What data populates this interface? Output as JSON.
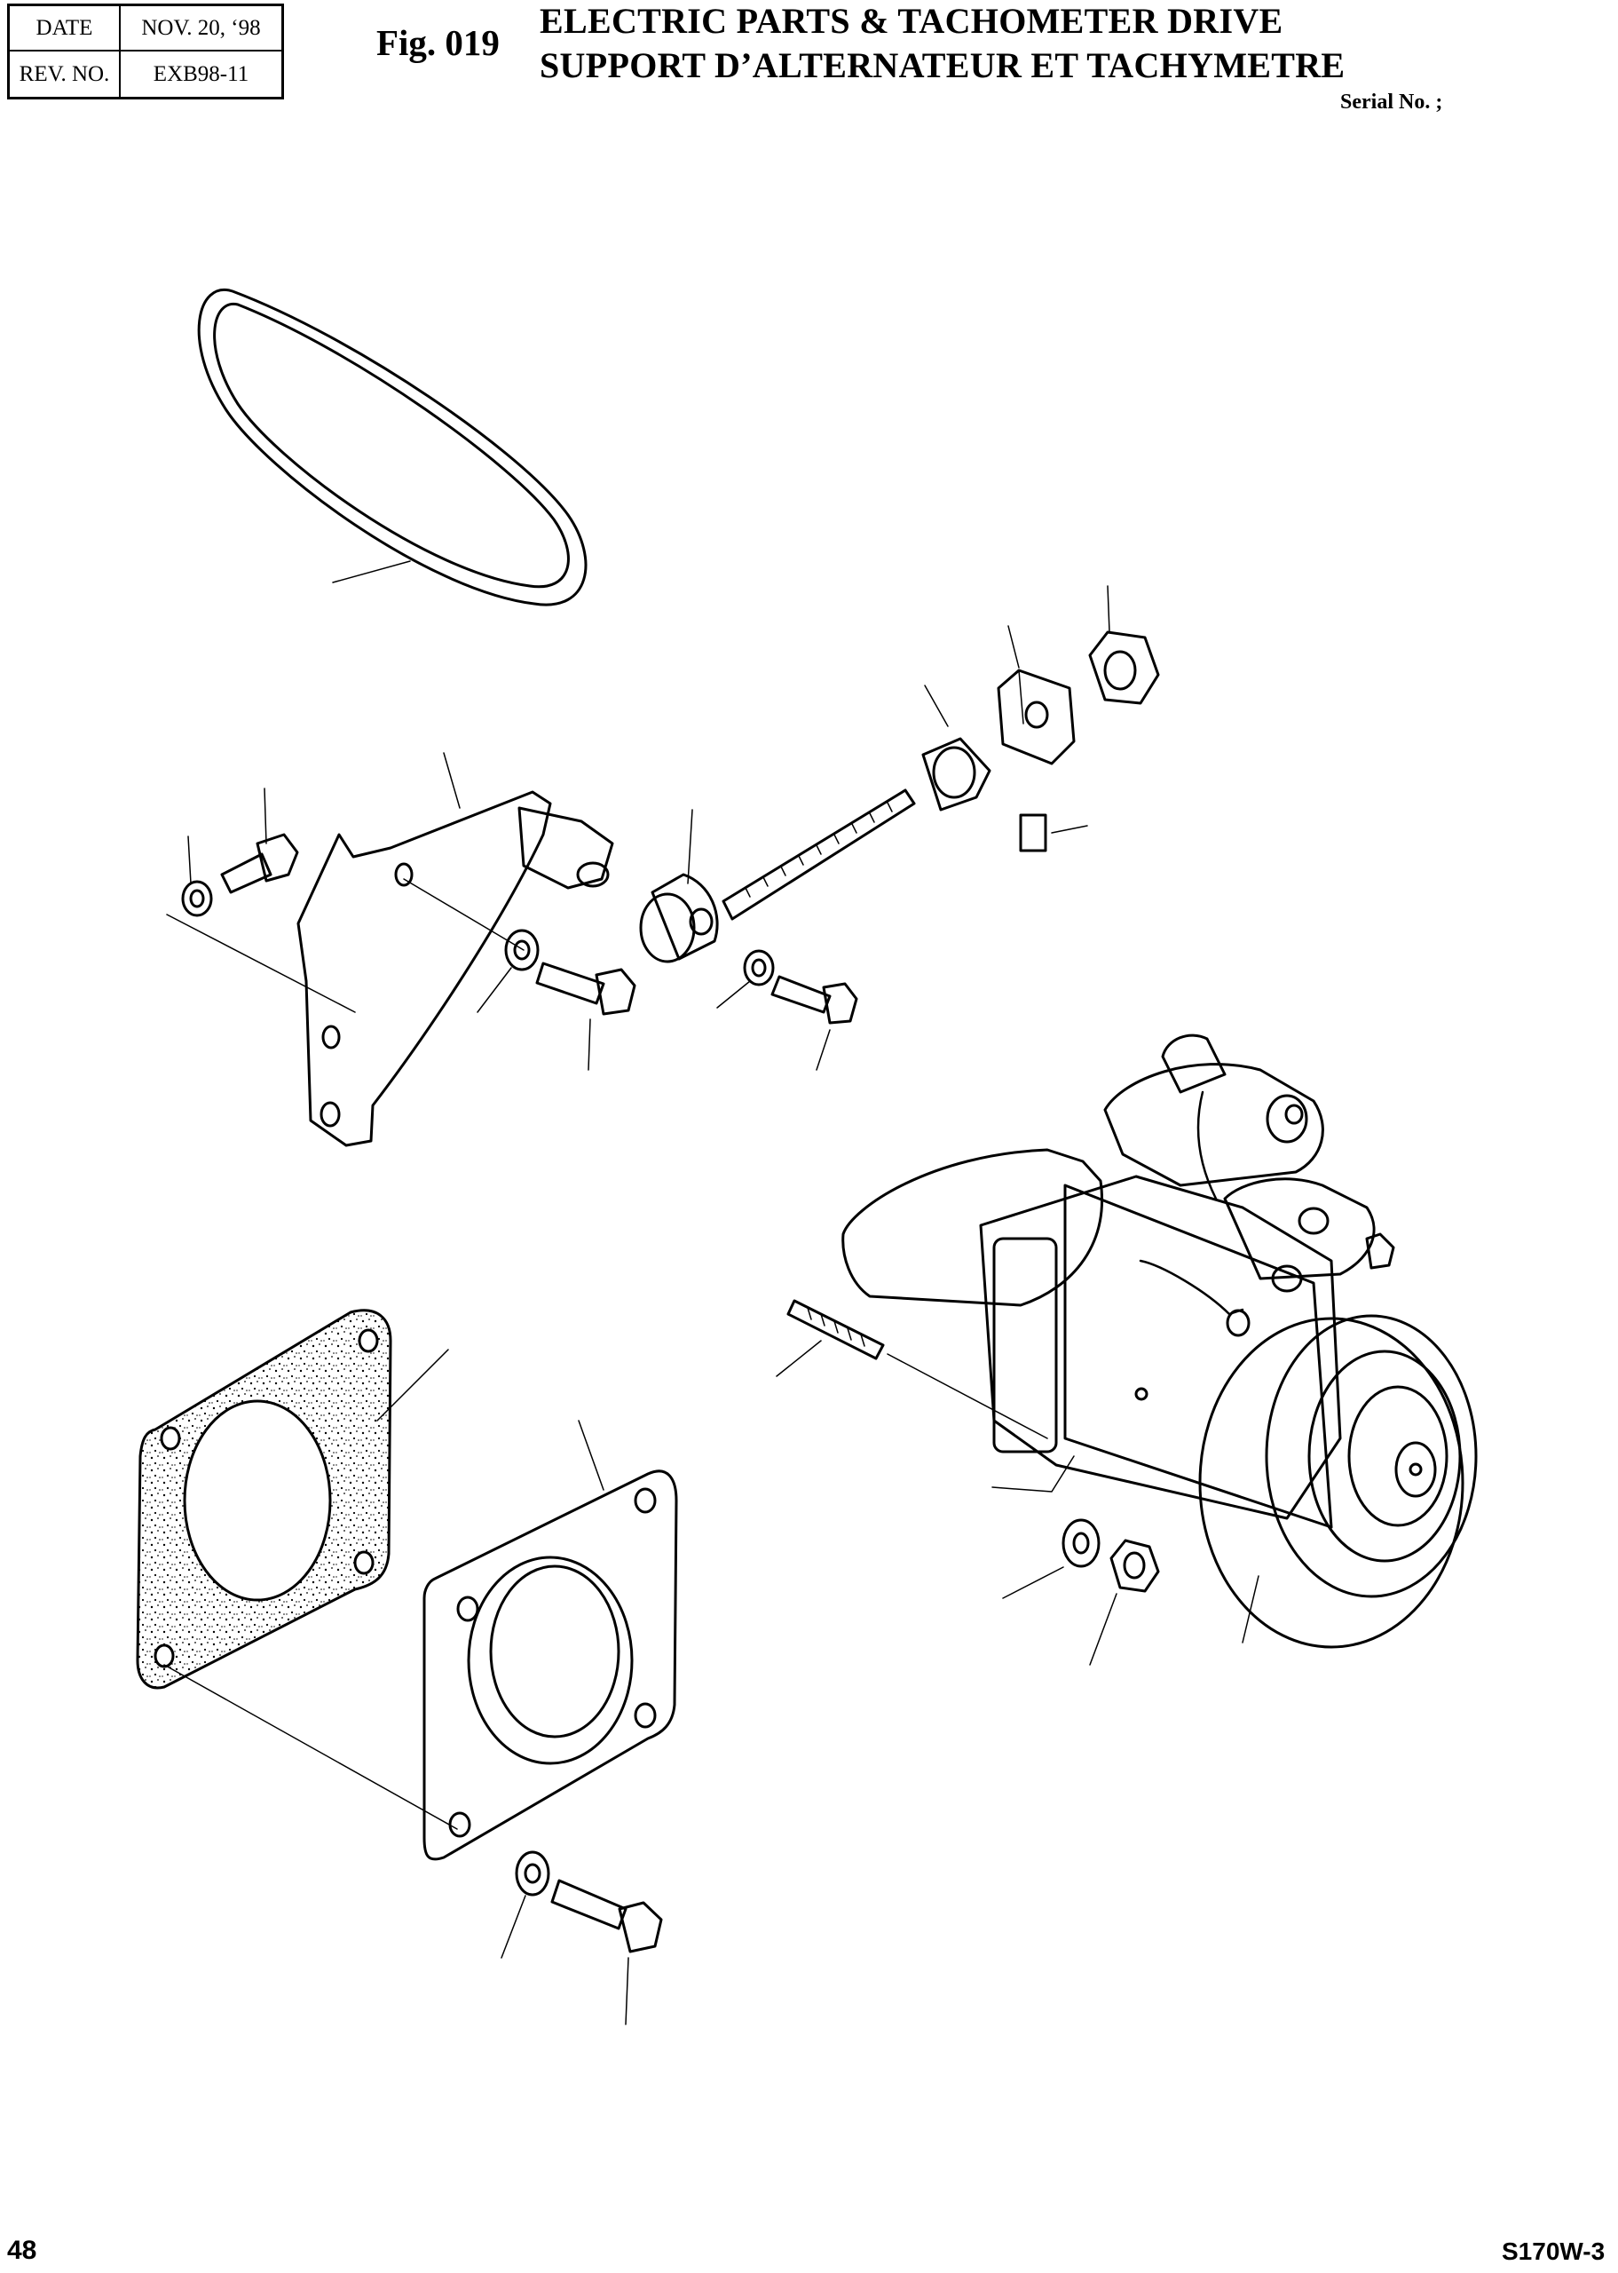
{
  "header": {
    "date_label": "DATE",
    "date_value": "NOV. 20, ‘98",
    "rev_label": "REV. NO.",
    "rev_value": "EXB98-11",
    "fig_label": "Fig. 019",
    "title_en": "ELECTRIC PARTS & TACHOMETER DRIVE",
    "title_fr": "SUPPORT D’ALTERNATEUR ET TACHYMETRE",
    "serial": "Serial No. ;"
  },
  "footer": {
    "page_number": "48",
    "model": "S170W-3"
  }
}
